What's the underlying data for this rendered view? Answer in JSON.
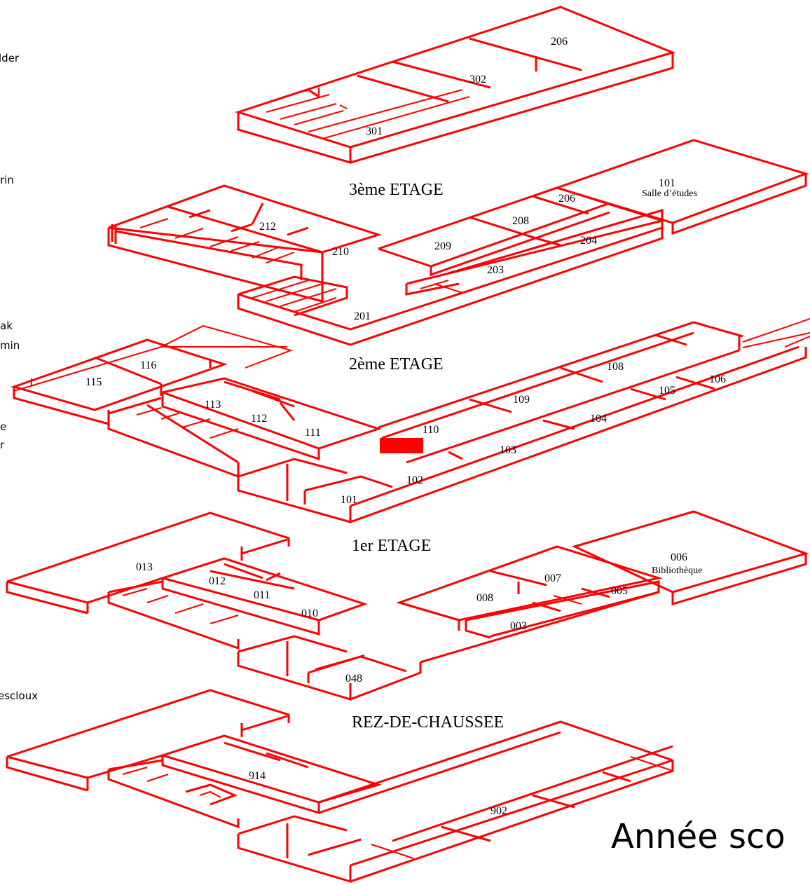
{
  "floors": {
    "third": "3ème ETAGE",
    "second": "2ème ETAGE",
    "first": "1er ETAGE",
    "ground": "REZ-DE-CHAUSSEE"
  },
  "rooms": {
    "r206a": "206",
    "r302": "302",
    "r301": "301",
    "r101s": "101",
    "r101s_sub": "Salle d’études",
    "r206b": "206",
    "r208": "208",
    "r212": "212",
    "r210": "210",
    "r209": "209",
    "r204": "204",
    "r203": "203",
    "r201": "201",
    "r116": "116",
    "r115": "115",
    "r108": "108",
    "r106": "106",
    "r105": "105",
    "r109": "109",
    "r104": "104",
    "r113": "113",
    "r112": "112",
    "r111": "111",
    "r110": "110",
    "r103": "103",
    "r102": "102",
    "r101": "101",
    "r006": "006",
    "r006_sub": "Bibliothèque",
    "r013": "013",
    "r012": "012",
    "r011": "011",
    "r010": "010",
    "r007": "007",
    "r008": "008",
    "r005": "005",
    "r003": "003",
    "r048": "048",
    "r914": "914",
    "r902": "902"
  },
  "side_fragments": [
    "lder",
    "rin",
    "ak",
    "min",
    "e",
    "r",
    "escloux"
  ],
  "footer": {
    "year_text": "Année sco"
  },
  "colors": {
    "walls": "#ff0000",
    "marker": "#ff0000",
    "text": "#000000"
  }
}
